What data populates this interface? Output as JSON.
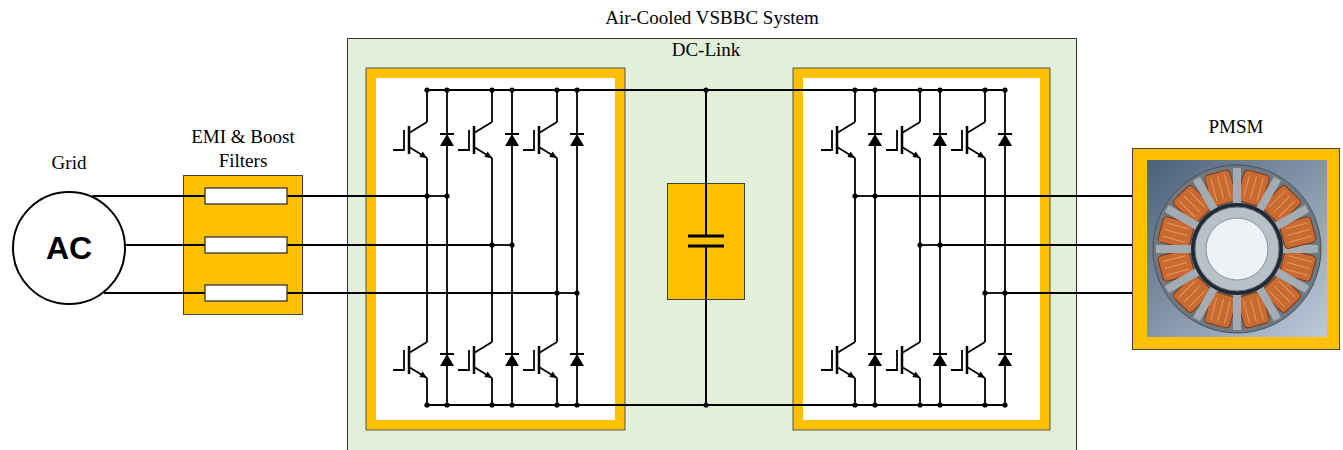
{
  "diagram": {
    "nodes": [
      {
        "text": [
          "Grid",
          "AC"
        ]
      },
      {
        "text": [
          "EMI & Boost Filters"
        ]
      },
      {
        "text": [
          "Air-Cooled VSBBC System"
        ]
      },
      {
        "text": [
          "DC-Link"
        ],
        "in": 2
      },
      {
        "text": [
          "PMSM"
        ]
      }
    ],
    "edges": [
      {
        "from": 0,
        "to": 1,
        "arrow": "none"
      },
      {
        "from": 0,
        "to": 1,
        "arrow": "none"
      },
      {
        "from": 0,
        "to": 1,
        "arrow": "none"
      },
      {
        "from": 1,
        "to": 2,
        "arrow": "none"
      },
      {
        "from": 1,
        "to": 2,
        "arrow": "none"
      },
      {
        "from": 1,
        "to": 2,
        "arrow": "none"
      },
      {
        "from": 2,
        "to": 4,
        "arrow": "none"
      },
      {
        "from": 2,
        "to": 4,
        "arrow": "none"
      },
      {
        "from": 2,
        "to": 4,
        "arrow": "none"
      }
    ]
  }
}
